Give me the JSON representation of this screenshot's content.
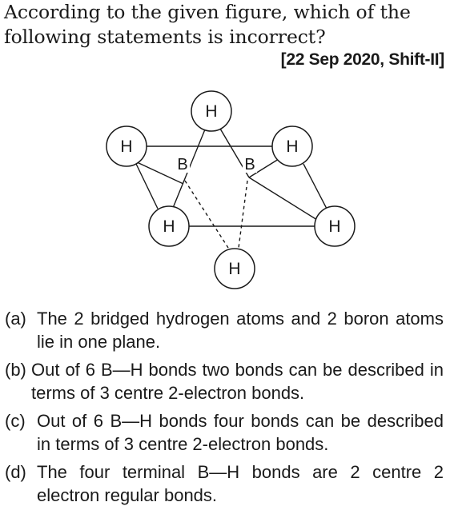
{
  "question": {
    "text": "According to the given figure, which of the following statements is incorrect?",
    "source": "[22 Sep 2020, Shift-II]"
  },
  "figure": {
    "atoms": {
      "h_top": "H",
      "h_left": "H",
      "h_right": "H",
      "h_bottom_left": "H",
      "h_bottom_right": "H",
      "h_bottom": "H",
      "b_left": "B",
      "b_right": "B"
    }
  },
  "options": [
    {
      "label": "(a)",
      "text": "The 2 bridged hydrogen atoms and 2 boron atoms lie in one plane."
    },
    {
      "label": "(b)",
      "text": "Out of 6 B—H bonds two bonds can be described in terms of 3 centre 2-electron bonds."
    },
    {
      "label": "(c)",
      "text": "Out of 6 B—H bonds four bonds can be described in terms of 3 centre 2-electron bonds."
    },
    {
      "label": "(d)",
      "text": "The four terminal B—H bonds are 2 centre 2 electron regular bonds."
    }
  ]
}
